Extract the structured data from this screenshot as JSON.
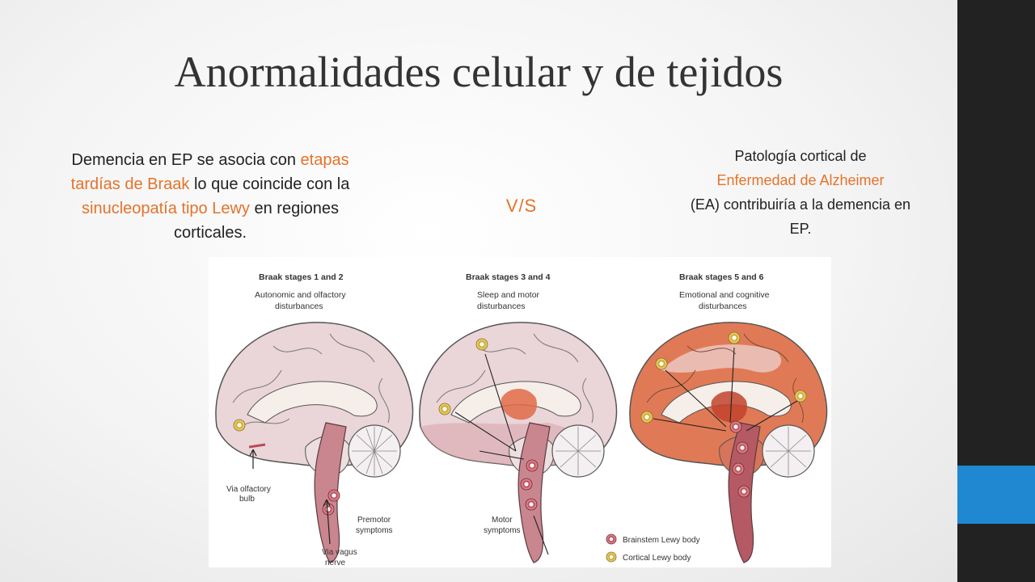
{
  "slide": {
    "title": "Anormalidades celular y de tejidos",
    "left_text": {
      "part1": "Demencia en EP se asocia con ",
      "hl1": "etapas tardías de Braak",
      "part2": " lo que coincide con la ",
      "hl2": "sinucleopatía tipo Lewy",
      "part3": " en regiones corticales."
    },
    "vs": "V/S",
    "right_text": {
      "part1": "Patología cortical de ",
      "hl1": "Enfermedad de Alzheimer",
      "part2": " (EA) contribuiría a la demencia en EP."
    },
    "colors": {
      "highlight": "#e4732a",
      "sidebar": "#222222",
      "accent": "#1f88d1"
    }
  },
  "figure": {
    "stages": [
      {
        "heading": "Braak stages 1 and 2",
        "sub1": "Autonomic and olfactory",
        "sub2": "disturbances"
      },
      {
        "heading": "Braak stages 3 and 4",
        "sub1": "Sleep and motor",
        "sub2": "disturbances"
      },
      {
        "heading": "Braak stages 5 and 6",
        "sub1": "Emotional and cognitive",
        "sub2": "disturbances"
      }
    ],
    "labels": {
      "via_olfactory_1": "Via olfactory",
      "via_olfactory_2": "bulb",
      "premotor_1": "Premotor",
      "premotor_2": "symptoms",
      "via_vagus_1": "Via vagus",
      "via_vagus_2": "nerve",
      "motor_1": "Motor",
      "motor_2": "symptoms"
    },
    "legend": {
      "brainstem": "Brainstem Lewy body",
      "cortical": "Cortical Lewy body"
    }
  }
}
